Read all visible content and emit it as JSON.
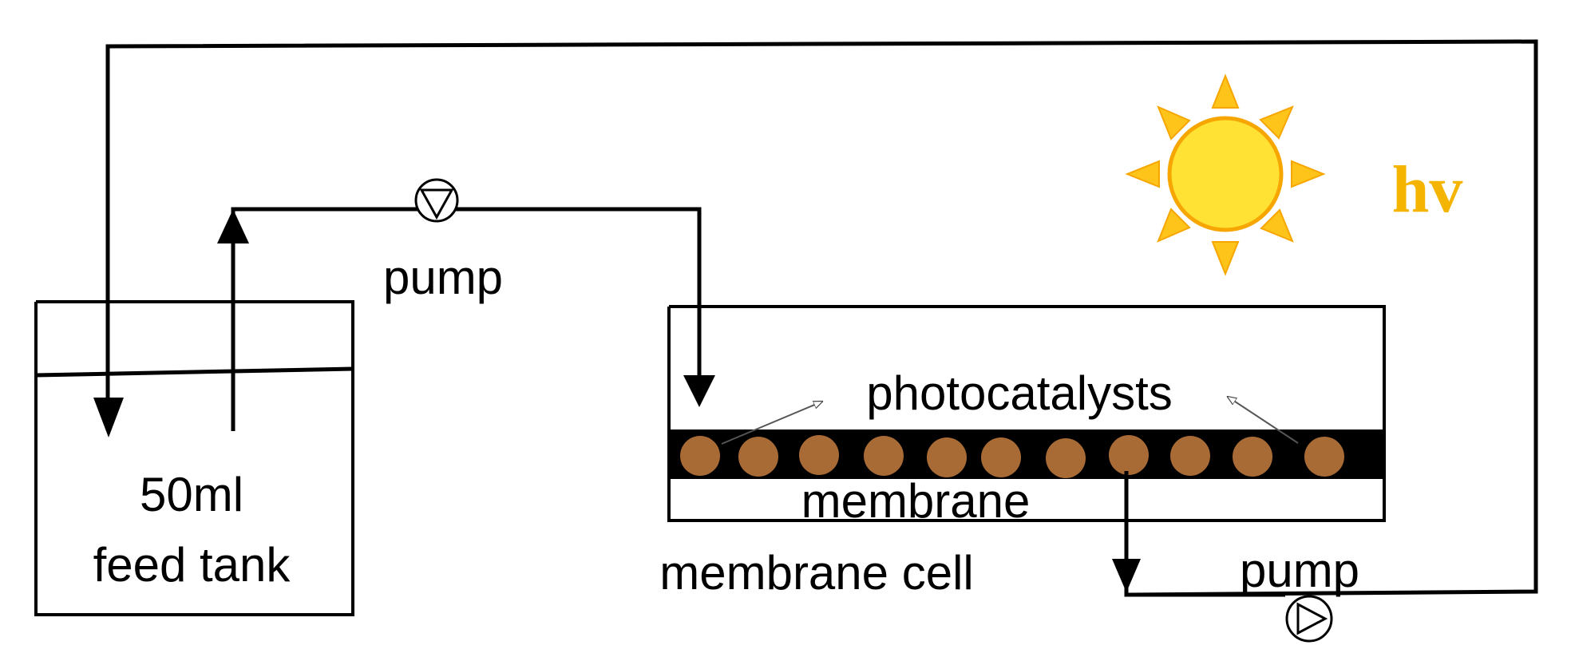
{
  "labels": {
    "pump_top": "pump",
    "pump_bottom": "pump",
    "tank_volume": "50ml",
    "tank_name": "feed tank",
    "photocatalysts": "photocatalysts",
    "membrane": "membrane",
    "membrane_cell": "membrane cell",
    "light": "hv"
  },
  "colors": {
    "line": "#000000",
    "sun_fill": "#FFE234",
    "sun_stroke": "#F7A600",
    "light_text": "#F4B400",
    "particle": "#A96B35",
    "membrane_band": "#000000"
  },
  "icons": {
    "sun": "sun-icon",
    "pump": "pump-icon"
  }
}
